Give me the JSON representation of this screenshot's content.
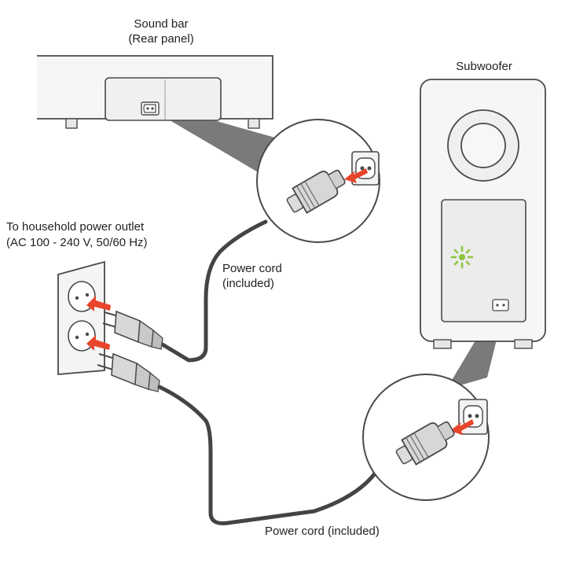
{
  "labels": {
    "sound_bar": "Sound bar",
    "sound_bar_sub": "(Rear panel)",
    "subwoofer": "Subwoofer",
    "outlet_line1": "To household power outlet",
    "outlet_line2": "(AC 100 - 240 V, 50/60 Hz)",
    "cord1_line1": "Power cord",
    "cord1_line2": "(included)",
    "cord2": "Power cord (included)"
  },
  "colors": {
    "outline": "#4a4a4a",
    "panel_fill": "#f4f4f4",
    "zoom_shadow": "#7a7a7a",
    "arrow": "#e8452c",
    "indicator": "#8dc63f",
    "cord": "#444444"
  },
  "icons": [
    "power-inlet-icon",
    "power-arrow-icon",
    "power-indicator-icon"
  ]
}
